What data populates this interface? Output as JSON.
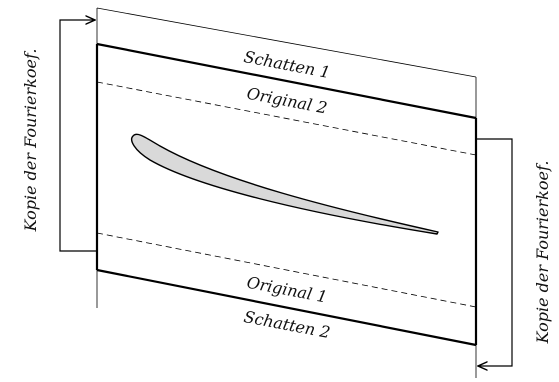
{
  "diagram": {
    "labels": {
      "shadow_1": "Schatten 1",
      "original_2": "Original 2",
      "original_1": "Original 1",
      "shadow_2": "Schatten 2",
      "copy_left": "Kopie der Fourierkoef.",
      "copy_right": "Kopie der Fourierkoef."
    },
    "colors": {
      "line": "#000000",
      "blade_fill": "#d9d9d9",
      "background": "#ffffff"
    }
  }
}
